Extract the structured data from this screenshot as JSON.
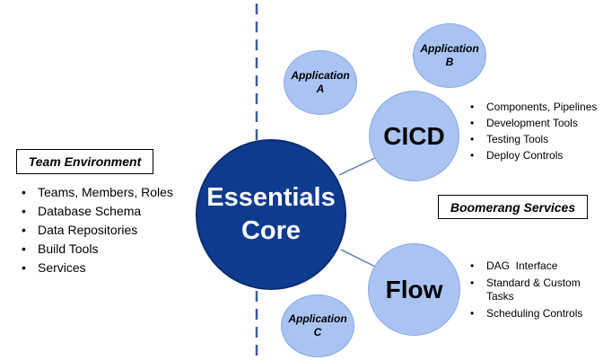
{
  "team_environment": {
    "title": "Team Environment",
    "items": [
      "Teams, Members, Roles",
      "Database Schema",
      "Data Repositories",
      "Build Tools",
      "Services"
    ]
  },
  "core": {
    "line1": "Essentials",
    "line2": "Core"
  },
  "applications": {
    "a": {
      "line1": "Application",
      "line2": "A"
    },
    "b": {
      "line1": "Application",
      "line2": "B"
    },
    "c": {
      "line1": "Application",
      "line2": "C"
    }
  },
  "cicd": {
    "label": "CICD",
    "items": [
      "Components, Pipelines",
      "Development Tools",
      "Testing Tools",
      "Deploy Controls"
    ]
  },
  "flow": {
    "label": "Flow",
    "items": [
      "DAG  Interface",
      "Standard & Custom Tasks",
      "Scheduling Controls"
    ]
  },
  "boomerang_services": {
    "title": "Boomerang Services"
  },
  "colors": {
    "core_fill": "#0f3b8f",
    "bubble_fill": "#a9c4f3",
    "divider": "#3a5f9a",
    "connector": "#5f7fb3"
  }
}
